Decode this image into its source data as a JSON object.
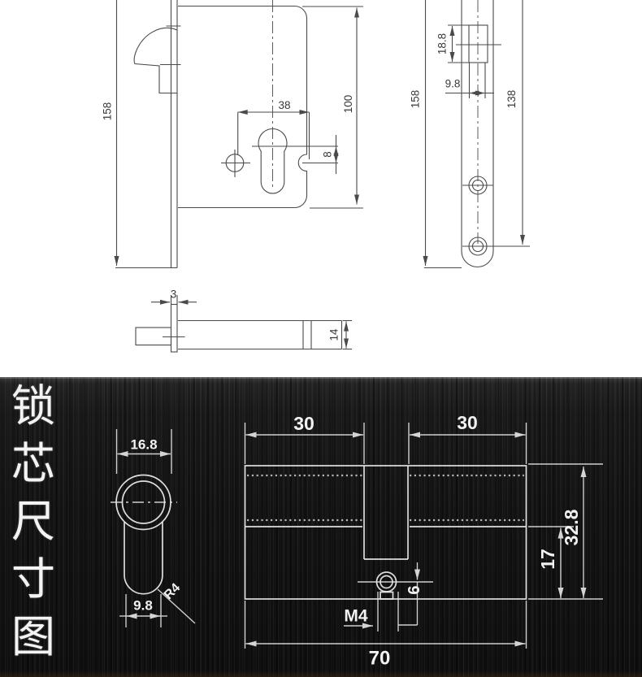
{
  "section_top": {
    "lock_body_view": {
      "total_height": "158",
      "cylinder_width": "38",
      "body_height": "100",
      "notch_offset": "8"
    },
    "faceplate_view": {
      "total_height": "158",
      "screw_span": "138",
      "cutout_height": "18.8",
      "cutout_width": "9.8"
    },
    "bolt_view": {
      "faceplate_thickness": "3",
      "bolt_height": "14"
    }
  },
  "section_cylinder": {
    "title": "锁芯尺寸图",
    "title_chars": [
      "锁",
      "芯",
      "尺",
      "寸",
      "图"
    ],
    "front_view": {
      "body_diameter": "16.8",
      "stem_width": "9.8",
      "corner_radius": "R4"
    },
    "side_view": {
      "left_half_length": "30",
      "right_half_length": "30",
      "total_length": "70",
      "total_height": "32.8",
      "lower_height": "17",
      "cam_offset": "6",
      "screw_thread": "M4"
    }
  },
  "colors": {
    "background_top": "#ffffff",
    "background_bottom": "#121212",
    "drawing_line": "#4a4a4a",
    "metal_line": "#e9e9e9"
  }
}
